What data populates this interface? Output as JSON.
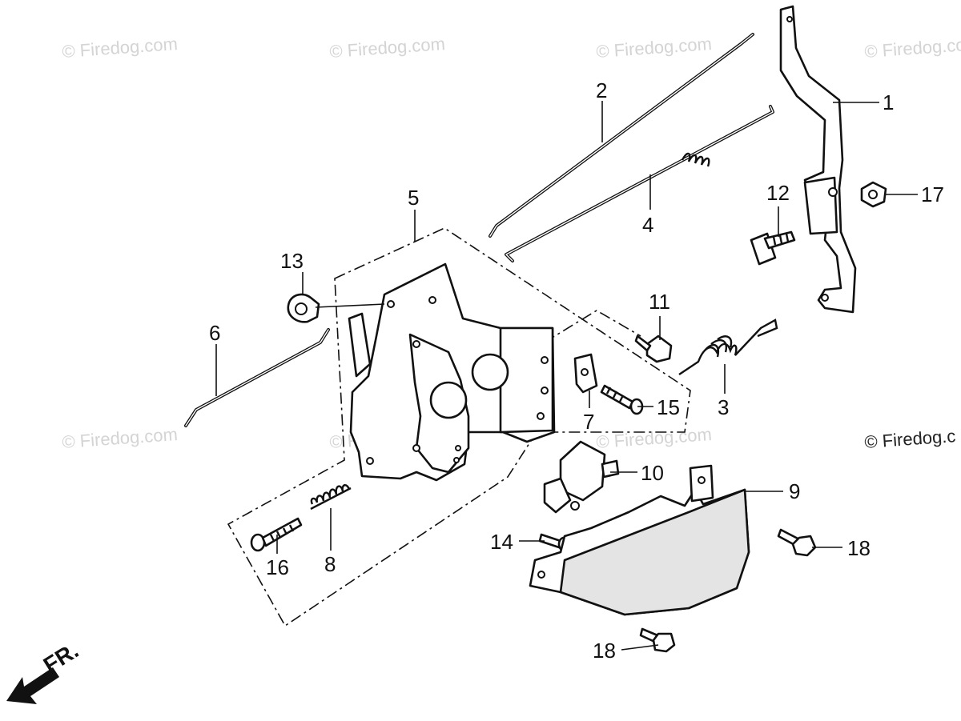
{
  "watermarks": [
    "© Firedog.com",
    "© Firedog.com",
    "© Firedog.com",
    "© Firedog.com",
    "© Firedog.com",
    "© Firedog.com",
    "© Firedog.com",
    "© Firedog.c"
  ],
  "callouts": {
    "c1": "1",
    "c2": "2",
    "c3": "3",
    "c4": "4",
    "c5": "5",
    "c6": "6",
    "c7": "7",
    "c8": "8",
    "c9": "9",
    "c10": "10",
    "c11": "11",
    "c12": "12",
    "c13": "13",
    "c14": "14",
    "c15": "15",
    "c16": "16",
    "c17": "17",
    "c18a": "18",
    "c18b": "18"
  },
  "front_arrow": {
    "label": "FR."
  },
  "colors": {
    "ink": "#111111",
    "watermark": "#d4d4d4",
    "background": "#ffffff"
  }
}
